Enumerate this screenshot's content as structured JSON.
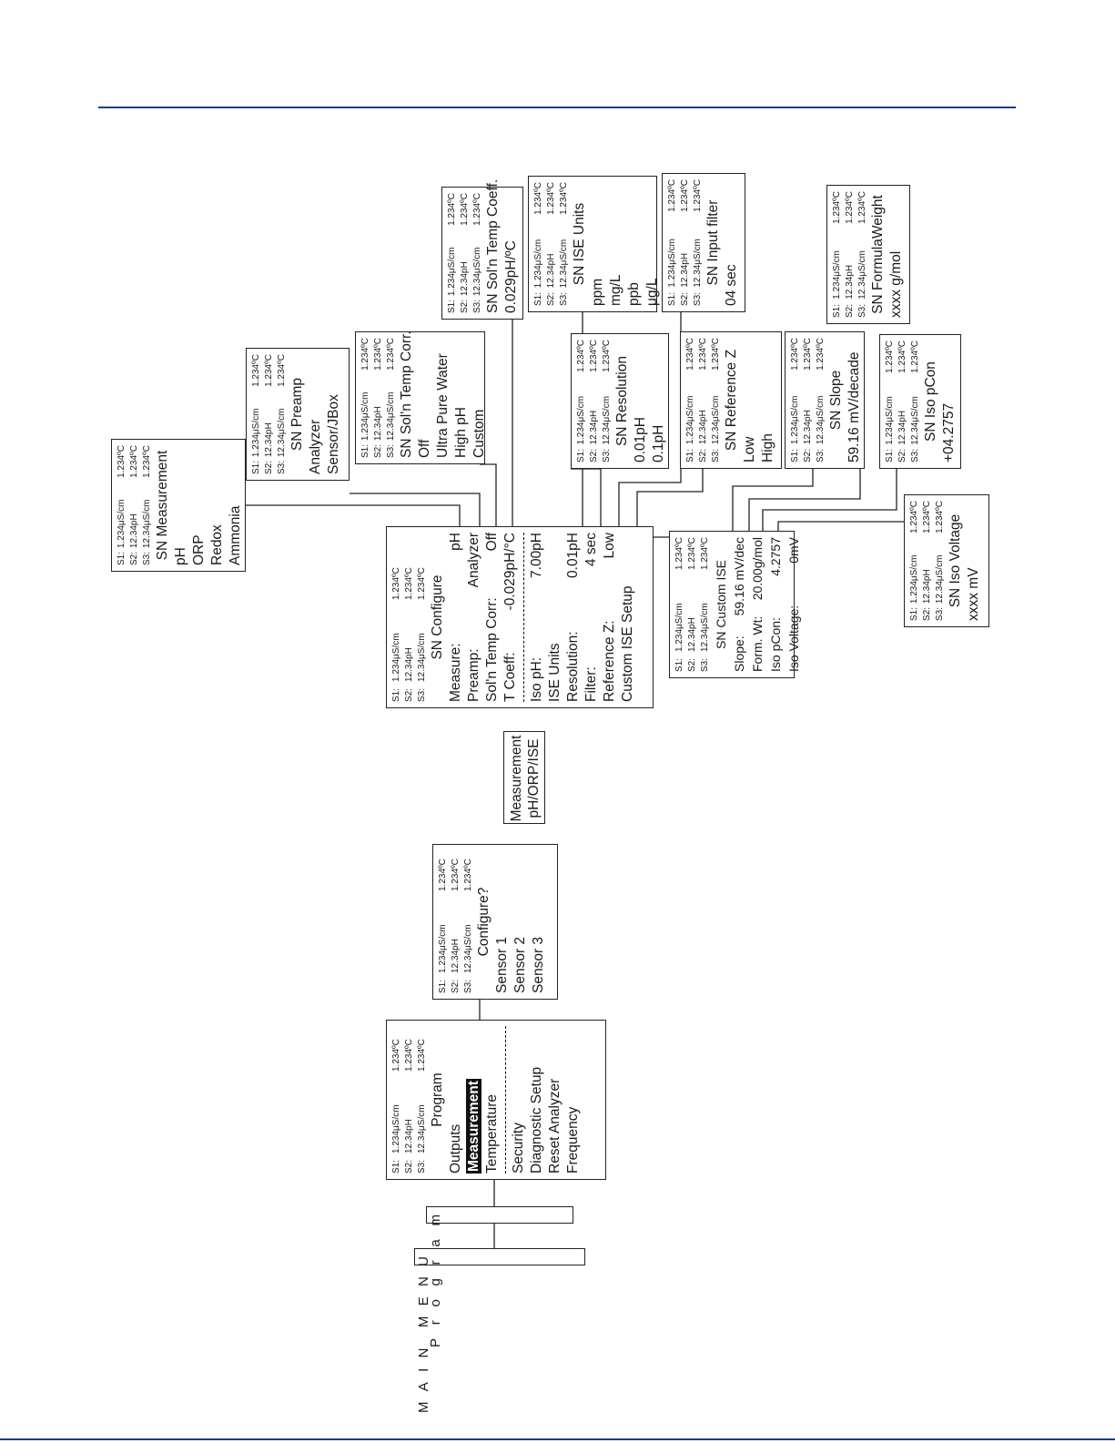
{
  "status": {
    "s1": {
      "id": "S1:",
      "val": "1.234μS/cm",
      "temp": "1.234ºC"
    },
    "s2": {
      "id": "S2:",
      "val": "12.34pH",
      "temp": "1.234ºC"
    },
    "s3": {
      "id": "S3:",
      "val": "12.34μS/cm",
      "temp": "1.234ºC"
    }
  },
  "main_menu": {
    "letters": [
      "M",
      "A",
      "I",
      "N",
      "",
      "M",
      "E",
      "N",
      "U"
    ]
  },
  "program_tab": {
    "letters": [
      "P",
      "r",
      "o",
      "g",
      "r",
      "a",
      "m"
    ]
  },
  "program_screen": {
    "title": "Program",
    "items": [
      "Outputs",
      "Measurement",
      "Temperature"
    ],
    "items2": [
      "Security",
      "Diagnostic Setup",
      "Reset Analyzer",
      "Frequency"
    ]
  },
  "configure_screen": {
    "title": "Configure?",
    "items": [
      "Sensor 1",
      "Sensor 2",
      "Sensor 3"
    ]
  },
  "measurement_label": {
    "line1": "Measurement",
    "line2": "pH/ORP/ISE"
  },
  "sn_configure": {
    "title": "SN Configure",
    "rows": [
      {
        "k": "Measure:",
        "v": "pH"
      },
      {
        "k": "Preamp:",
        "v": "Analyzer"
      },
      {
        "k": "Sol'n Temp Corr:",
        "v": "Off"
      },
      {
        "k": "T Coeff:",
        "v": "-0.029pH/°C"
      }
    ],
    "rows2": [
      {
        "k": "Iso pH:",
        "v": "7.00pH"
      },
      {
        "k": "ISE Units",
        "v": ""
      },
      {
        "k": "Resolution:",
        "v": "0.01pH"
      },
      {
        "k": "Filter:",
        "v": "4 sec"
      },
      {
        "k": "Reference Z:",
        "v": "Low"
      },
      {
        "k": "Custom ISE Setup",
        "v": ""
      }
    ]
  },
  "sn_measurement": {
    "title": "SN Measurement",
    "items": [
      "pH",
      "ORP",
      "Redox",
      "Ammonia"
    ]
  },
  "sn_preamp": {
    "title": "SN Preamp",
    "items": [
      "Analyzer",
      "Sensor/JBox"
    ]
  },
  "sn_soln_temp_corr": {
    "title": "SN Sol'n Temp Corr.",
    "items": [
      "Off",
      "Ultra Pure Water",
      "High pH",
      "Custom"
    ]
  },
  "sn_soln_temp_coeff": {
    "title": "SN Sol'n Temp Coeff.",
    "items": [
      "0.029pH/ºC"
    ]
  },
  "sn_ise_units": {
    "title": "SN ISE Units",
    "items": [
      "ppm",
      "mg/L",
      "ppb",
      "μg/L"
    ]
  },
  "sn_resolution": {
    "title": "SN Resolution",
    "items": [
      "0.01pH",
      "0.1pH"
    ]
  },
  "sn_input_filter": {
    "title": "SN Input filter",
    "items": [
      "04 sec"
    ]
  },
  "sn_reference_z": {
    "title": "SN Reference Z",
    "items": [
      "Low",
      "High"
    ]
  },
  "sn_slope": {
    "title": "SN Slope",
    "items": [
      "59.16 mV/decade"
    ]
  },
  "sn_formula_weight": {
    "title": "SN FormulaWeight",
    "items": [
      "xxxx g/mol"
    ]
  },
  "sn_iso_pcon": {
    "title": "SN Iso pCon",
    "items": [
      "+04.2757"
    ]
  },
  "sn_iso_voltage": {
    "title": "SN Iso Voltage",
    "items": [
      "xxxx mV"
    ]
  },
  "sn_custom_ise": {
    "title": "SN Custom ISE",
    "rows": [
      {
        "k": "Slope:",
        "v": "59.16 mV/dec"
      },
      {
        "k": "Form. Wt:",
        "v": "20.00g/mol"
      },
      {
        "k": "Iso pCon:",
        "v": "4.2757"
      },
      {
        "k": "Iso Voltage:",
        "v": "0mV"
      }
    ]
  }
}
